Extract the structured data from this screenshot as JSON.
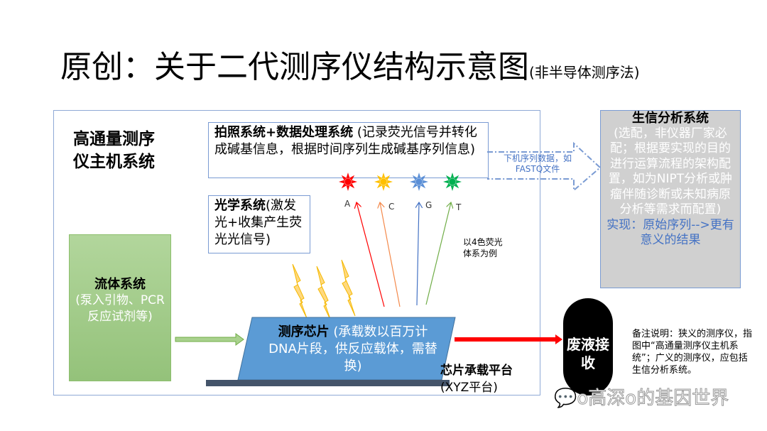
{
  "title": {
    "main": "原创：关于二代测序仪结构示意图",
    "sub": "(非半导体测序法)"
  },
  "host_system": "高通量测序仪主机系统",
  "photo_system": {
    "name": "拍照系统+数据处理系统",
    "desc": " (记录荧光信号并转化成碱基信息，根据时间序列生成碱基序列信息)"
  },
  "optical_system": {
    "name": "光学系统",
    "desc": "(激发光+收集产生荧光光信号)"
  },
  "bases": [
    {
      "label": "A",
      "color": "#ff0000"
    },
    {
      "label": "C",
      "color": "#ffc000"
    },
    {
      "label": "G",
      "color": "#5b8fd6"
    },
    {
      "label": "T",
      "color": "#00b050"
    }
  ],
  "fluor_example": "以4色荧光体系为例",
  "fluidics": {
    "name": "流体系统",
    "desc": "(泵入引物、PCR反应试剂等)"
  },
  "chip": {
    "name": "测序芯片",
    "desc": " (承载数以百万计DNA片段，供反应载体，需替换)"
  },
  "platform": {
    "name": "芯片承载平台",
    "desc": "(XYZ平台)"
  },
  "waste": "废液接收",
  "note": "备注说明：狭义的测序仪，指图中“高通量测序仪主机系统”；广义的测序仪，应包括生信分析系统。",
  "data_output": "下机序列数据，如FASTQ文件",
  "bioinfo": {
    "name": "生信分析系统",
    "desc": "(选配，非仪器厂家必配；根据要实现的目的进行运算流程的架构配置，如为NIPT分析或肿瘤伴随诊断或未知病原分析等需求而配置)",
    "result": "实现：原始序列-->更有意义的结果"
  },
  "watermark": "o高深o的基因世界"
}
